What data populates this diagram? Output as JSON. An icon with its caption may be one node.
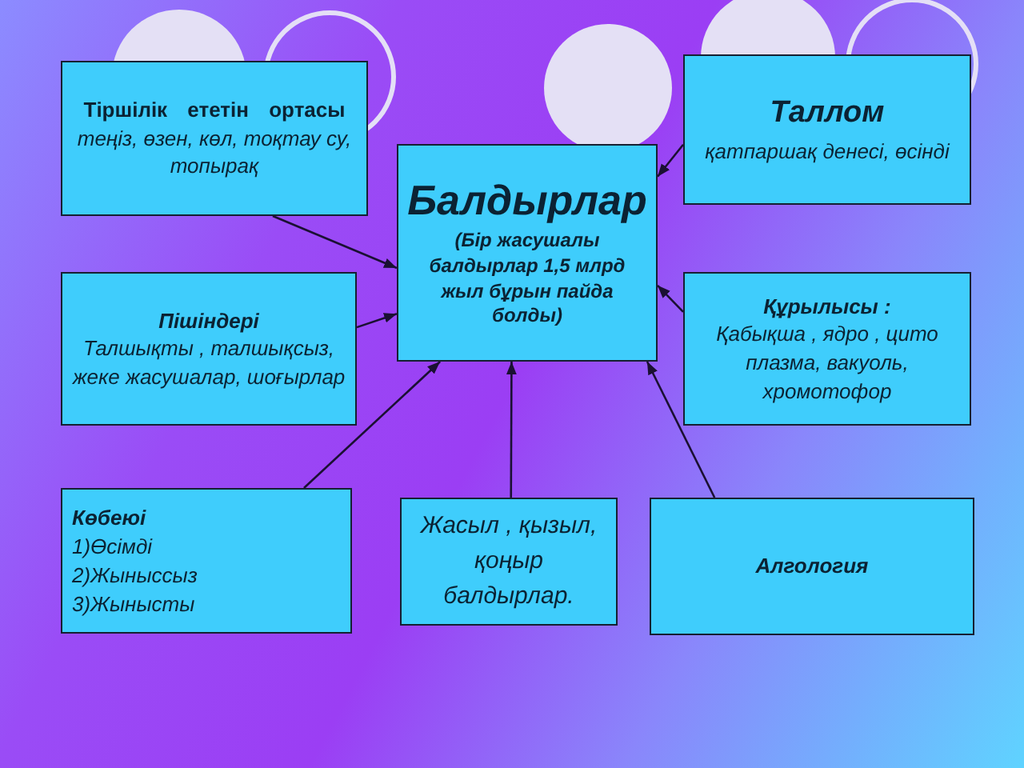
{
  "diagram": {
    "nodes": [
      {
        "text": [
          "Тіршілік ететін ортасы",
          "теңіз, өзен, көл, тоқтау су, топырақ"
        ]
      },
      {
        "text": [
          "Балдырлар",
          "(Бір жасушалы балдырлар 1,5 млрд жыл бұрын пайда болды)"
        ]
      },
      {
        "text": [
          "Таллом",
          "қатпаршақ денесі, өсінді"
        ]
      },
      {
        "text": [
          "Пішіндері",
          "Талшықты , талшықсыз, жеке жасушалар, шоғырлар"
        ]
      },
      {
        "text": [
          "Құрылысы :",
          "Қабықша , ядро , цито плазма, вакуоль, хромотофор"
        ]
      },
      {
        "text": [
          "Көбеюі",
          "1)Өсімді",
          "2)Жыныссыз",
          "3)Жынысты"
        ]
      },
      {
        "text": [
          "Жасыл , қызыл, қоңыр балдырлар."
        ]
      },
      {
        "text": [
          "Алгология"
        ]
      }
    ],
    "edges": [
      {
        "from": 0,
        "to": 1,
        "arrow": "to"
      },
      {
        "from": 2,
        "to": 1,
        "arrow": "to"
      },
      {
        "from": 3,
        "to": 1,
        "arrow": "to"
      },
      {
        "from": 4,
        "to": 1,
        "arrow": "to"
      },
      {
        "from": 5,
        "to": 1,
        "arrow": "to"
      },
      {
        "from": 6,
        "to": 1,
        "arrow": "to"
      },
      {
        "from": 7,
        "to": 1,
        "arrow": "to"
      }
    ]
  }
}
